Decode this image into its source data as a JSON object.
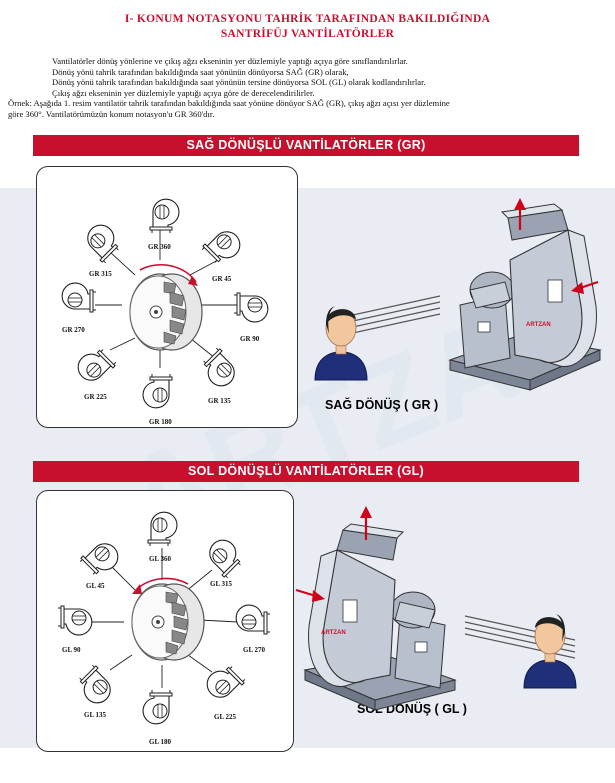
{
  "title": {
    "line1": "I- KONUM NOTASYONU TAHRİK TARAFINDAN BAKILDIĞINDA",
    "line2": "SANTRİFÜJ VANTİLATÖRLER"
  },
  "intro": {
    "line1": "Vantilatörler dönüş yönlerine ve çıkış ağzı ekseninin yer düzlemiyle  yaptığı açıya göre sınıflandırılırlar.",
    "line2": "Dönüş yönü tahrik tarafından bakıldığında saat yönünün dönüyorsa SAĞ (GR) olarak,",
    "line3": "Dönüş yönü tahrik tarafından bakıldığında saat yönünün tersine dönüyorsa SOL (GL) olarak kodlandırılırlar.",
    "line4": "Çıkış ağzı ekseninin yer düzlemiyle yaptığı açıya göre de derecelendirilirler.",
    "line5": "Örnek: Aşağıda 1. resim vantilatör tahrik tarafından bakıldığında saat yönüne dönüyor SAĞ (GR), çıkış ağzı açısı yer düzlemine",
    "line6": "göre 360°. Vantilatörümüzün konum notasyon'u GR 360'dır."
  },
  "sections": {
    "right": {
      "banner": "SAĞ DÖNÜŞLÜ VANTİLATÖRLER (GR)",
      "caption": "SAĞ DÖNÜŞ ( GR )",
      "labels": [
        "GR 360",
        "GR 45",
        "GR 90",
        "GR 135",
        "GR 180",
        "GR 225",
        "GR 270",
        "GR 315"
      ]
    },
    "left": {
      "banner": "SOL DÖNÜŞLÜ VANTİLATÖRLER (GL)",
      "caption": "SOL DÖNÜŞ ( GL )",
      "labels": [
        "GL 360",
        "GL 315",
        "GL 270",
        "GL 225",
        "GL 180",
        "GL 135",
        "GL 90",
        "GL 45"
      ]
    }
  },
  "machine": {
    "brand": "ARTZAN"
  },
  "colors": {
    "accent": "#c8102e",
    "machine_body": "#c5cbd6",
    "shirt": "#1f2f7a",
    "arrow": "#d0021b"
  }
}
